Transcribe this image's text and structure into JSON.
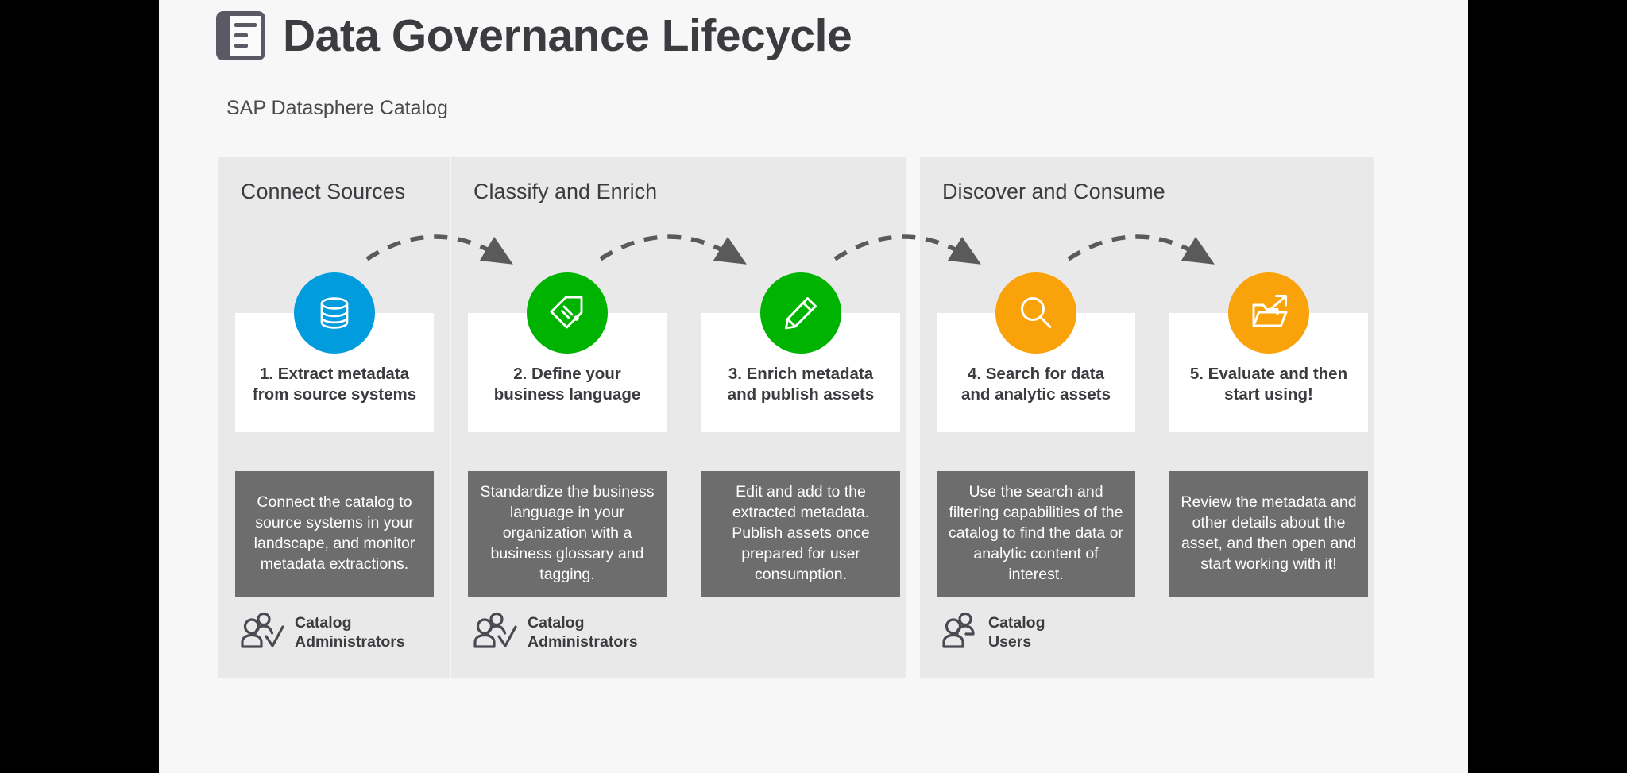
{
  "header": {
    "title": "Data Governance Lifecycle",
    "subtitle": "SAP Datasphere Catalog",
    "icon": "document-list-icon"
  },
  "colors": {
    "background": "#f7f7f7",
    "phase_panel": "#e9e9e9",
    "card": "#ffffff",
    "description": "#6d6d6d",
    "text_dark": "#3c3c40",
    "blue": "#019cdd",
    "green": "#00b300",
    "orange": "#f9a209",
    "arrow": "#5a5a5a"
  },
  "phases": [
    {
      "id": "connect-sources",
      "title": "Connect Sources"
    },
    {
      "id": "classify-and-enrich",
      "title": "Classify and Enrich"
    },
    {
      "id": "discover-and-consume",
      "title": "Discover and Consume"
    }
  ],
  "steps": [
    {
      "number": "1",
      "icon": "database-icon",
      "circle_color": "blue",
      "title": "1. Extract metadata\nfrom source systems",
      "description": "Connect the catalog to source systems in your landscape, and monitor metadata extractions.",
      "persona": "Catalog\nAdministrators",
      "persona_icon": "users-check-icon"
    },
    {
      "number": "2",
      "icon": "tag-icon",
      "circle_color": "green",
      "title": "2. Define your\nbusiness language",
      "description": "Standardize the business language in your organization with a business glossary and tagging.",
      "persona": "Catalog\nAdministrators",
      "persona_icon": "users-check-icon"
    },
    {
      "number": "3",
      "icon": "pencil-icon",
      "circle_color": "green",
      "title": "3. Enrich metadata\nand publish assets",
      "description": "Edit and add to the extracted metadata. Publish assets once prepared for user consumption.",
      "persona": "",
      "persona_icon": ""
    },
    {
      "number": "4",
      "icon": "search-icon",
      "circle_color": "orange",
      "title": "4. Search for data\nand analytic assets",
      "description": "Use the search and filtering capabilities of the catalog to find the data or analytic content of interest.",
      "persona": "Catalog\nUsers",
      "persona_icon": "users-icon"
    },
    {
      "number": "5",
      "icon": "open-folder-arrow-icon",
      "circle_color": "orange",
      "title": "5. Evaluate and then\nstart using!",
      "description": "Review the metadata and other details about the asset, and then open and start working with it!",
      "persona": "",
      "persona_icon": ""
    }
  ],
  "flow": {
    "arrow_style": "dashed-curved-arrow",
    "arrow_count": 4
  }
}
